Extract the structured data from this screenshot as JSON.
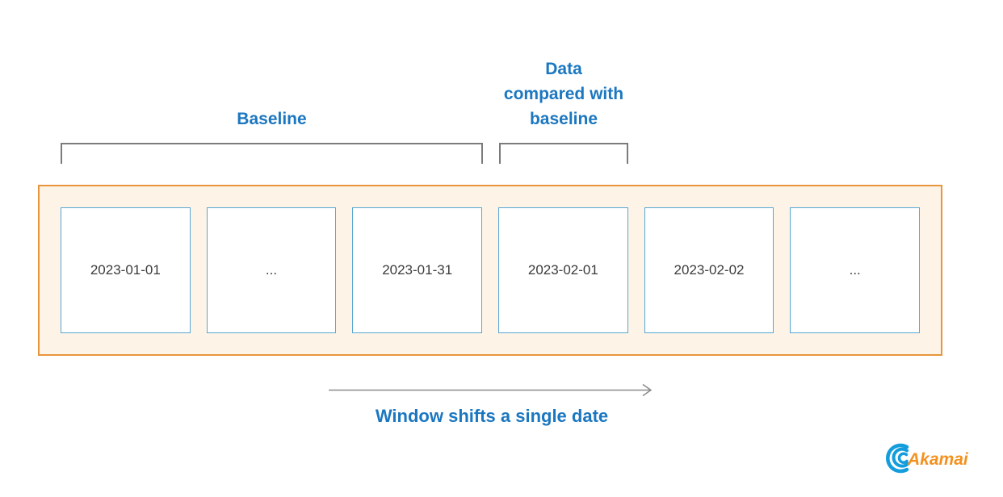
{
  "diagram": {
    "labels": {
      "baseline": "Baseline",
      "compared": "Data\ncompared with\nbaseline"
    },
    "cells": [
      "2023-01-01",
      "...",
      "2023-01-31",
      "2023-02-01",
      "2023-02-02",
      "..."
    ],
    "caption": "Window shifts a single date",
    "logo_text": "Akamai",
    "colors": {
      "heading_blue": "#1b77c0",
      "box_border_blue": "#57a7d4",
      "window_border_orange": "#e8953c",
      "window_fill": "#fdf3e6",
      "bracket_gray": "#7b7b7b",
      "arrow_gray": "#8a8a8a",
      "date_text": "#3b3b3b",
      "logo_blue": "#149ddd",
      "logo_orange": "#f4911e"
    }
  }
}
